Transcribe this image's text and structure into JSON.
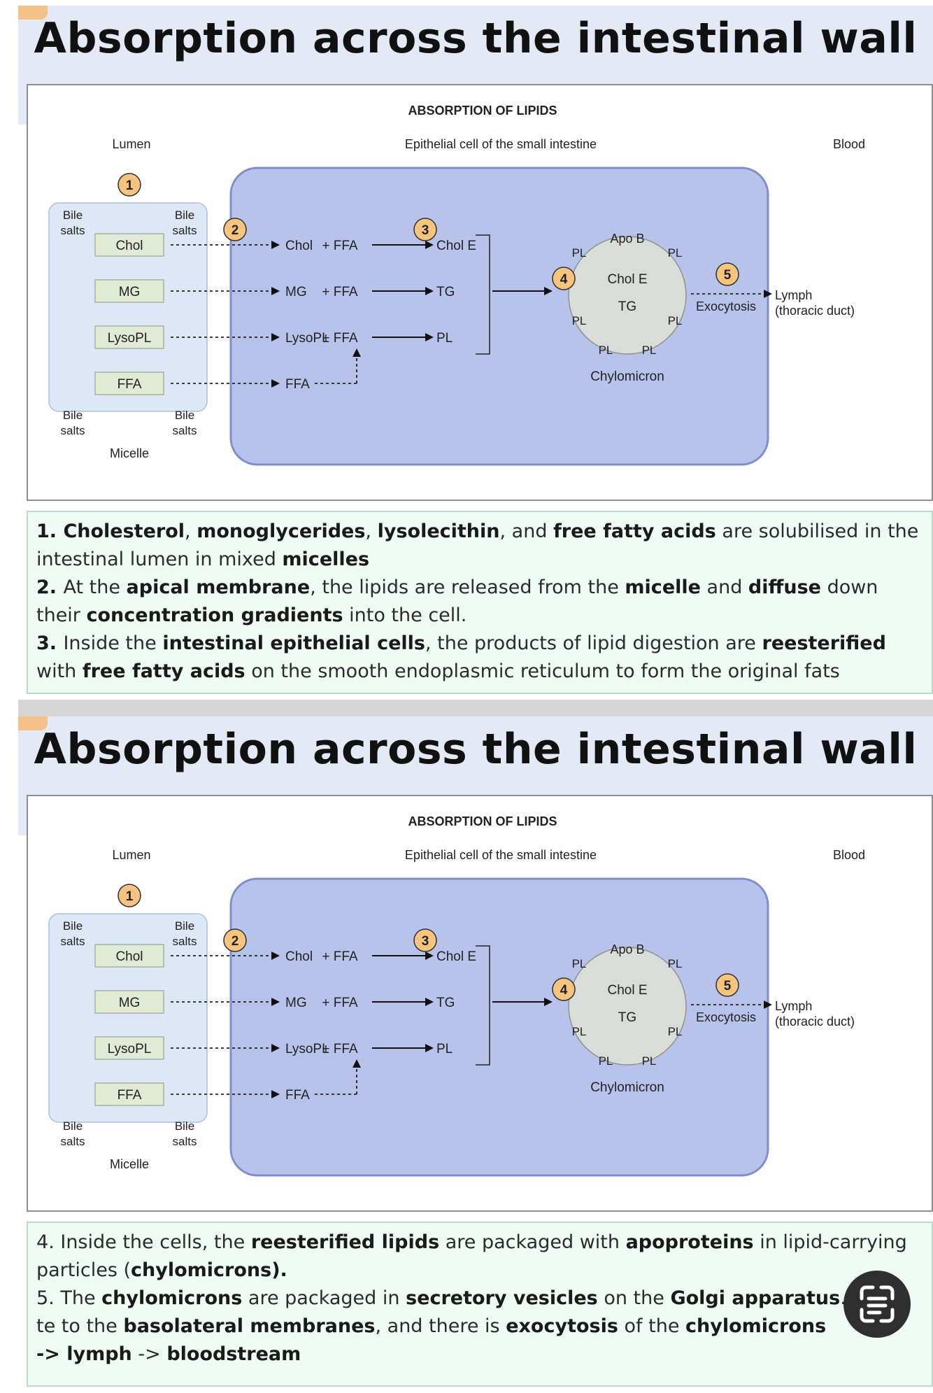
{
  "slides": [
    {
      "title": "Absorption across the intestinal wall",
      "diagram": {
        "heading": "ABSORPTION OF LIPIDS",
        "lumen": "Lumen",
        "epithelial": "Epithelial cell of the small intestine",
        "blood": "Blood",
        "micelle": "Micelle",
        "bile_salts": [
          "Bile",
          "salts"
        ],
        "lumen_items": [
          "Chol",
          "MG",
          "LysoPL",
          "FFA"
        ],
        "cell_inputs": [
          "Chol",
          "MG",
          "LysoPL",
          "FFA"
        ],
        "plus_ffa": "+ FFA",
        "products": [
          "Chol E",
          "TG",
          "PL"
        ],
        "chylomicron": {
          "apo": "Apo B",
          "pl": "PL",
          "center": [
            "Chol E",
            "TG"
          ],
          "label": "Chylomicron"
        },
        "exocytosis": "Exocytosis",
        "lymph": [
          "Lymph",
          "(thoracic duct)"
        ],
        "steps": [
          "1",
          "2",
          "3",
          "4",
          "5"
        ]
      },
      "text": [
        [
          {
            "t": "1. ",
            "b": true
          },
          {
            "t": "Cholesterol",
            "b": true
          },
          {
            "t": ", "
          },
          {
            "t": "monoglycerides",
            "b": true
          },
          {
            "t": ", "
          },
          {
            "t": "lysolecithin",
            "b": true
          },
          {
            "t": ", and "
          },
          {
            "t": "free fatty acids",
            "b": true
          },
          {
            "t": " are solubilised in the intestinal lumen in mixed "
          },
          {
            "t": "micelles",
            "b": true
          }
        ],
        [
          {
            "t": "2. ",
            "b": true
          },
          {
            "t": "At the "
          },
          {
            "t": "apical membrane",
            "b": true
          },
          {
            "t": ", the lipids are released from the "
          },
          {
            "t": "micelle",
            "b": true
          },
          {
            "t": " and "
          },
          {
            "t": "diffuse",
            "b": true
          },
          {
            "t": " down their "
          },
          {
            "t": "concentration gradients",
            "b": true
          },
          {
            "t": " into the cell."
          }
        ],
        [
          {
            "t": "3. ",
            "b": true
          },
          {
            "t": "Inside the "
          },
          {
            "t": "intestinal epithelial cells",
            "b": true
          },
          {
            "t": ", the products of lipid digestion are "
          },
          {
            "t": "reesterified",
            "b": true
          },
          {
            "t": " with "
          },
          {
            "t": "free fatty acids",
            "b": true
          },
          {
            "t": " on the smooth endoplasmic reticulum to form the original fats"
          }
        ]
      ]
    },
    {
      "title": "Absorption across the intestinal wall",
      "diagram": {
        "heading": "ABSORPTION OF LIPIDS",
        "lumen": "Lumen",
        "epithelial": "Epithelial cell of the small intestine",
        "blood": "Blood",
        "micelle": "Micelle",
        "bile_salts": [
          "Bile",
          "salts"
        ],
        "lumen_items": [
          "Chol",
          "MG",
          "LysoPL",
          "FFA"
        ],
        "cell_inputs": [
          "Chol",
          "MG",
          "LysoPL",
          "FFA"
        ],
        "plus_ffa": "+ FFA",
        "products": [
          "Chol E",
          "TG",
          "PL"
        ],
        "chylomicron": {
          "apo": "Apo B",
          "pl": "PL",
          "center": [
            "Chol E",
            "TG"
          ],
          "label": "Chylomicron"
        },
        "exocytosis": "Exocytosis",
        "lymph": [
          "Lymph",
          "(thoracic duct)"
        ],
        "steps": [
          "1",
          "2",
          "3",
          "4",
          "5"
        ]
      },
      "text": [
        [
          {
            "t": "4"
          },
          {
            "t": ". Inside the cells, the "
          },
          {
            "t": "reesterified lipids",
            "b": true
          },
          {
            "t": " are packaged with "
          },
          {
            "t": "apoproteins",
            "b": true
          },
          {
            "t": " in lipid-carrying particles ("
          },
          {
            "t": "chylomicrons).",
            "b": true
          }
        ],
        [
          {
            "t": "5. The "
          },
          {
            "t": "chylomicrons",
            "b": true
          },
          {
            "t": " are packaged in "
          },
          {
            "t": "secretory vesicles",
            "b": true
          },
          {
            "t": " on the "
          },
          {
            "t": "Golgi apparatus",
            "b": true
          },
          {
            "t": ". These "
          },
          {
            "t": "te",
            "w": true
          },
          {
            "t": " to the "
          },
          {
            "t": "basolateral membranes",
            "b": true
          },
          {
            "t": ", and there is "
          },
          {
            "t": "exocytosis",
            "b": true
          },
          {
            "t": " of the "
          },
          {
            "t": "chylomicrons",
            "b": true
          }
        ],
        [
          {
            "t": "-> ",
            "b": true
          },
          {
            "t": "lymph",
            "b": true
          },
          {
            "t": " -> "
          },
          {
            "t": "bloodstream",
            "b": true
          }
        ]
      ]
    }
  ],
  "icons": {
    "scan": "text-scan-icon"
  }
}
